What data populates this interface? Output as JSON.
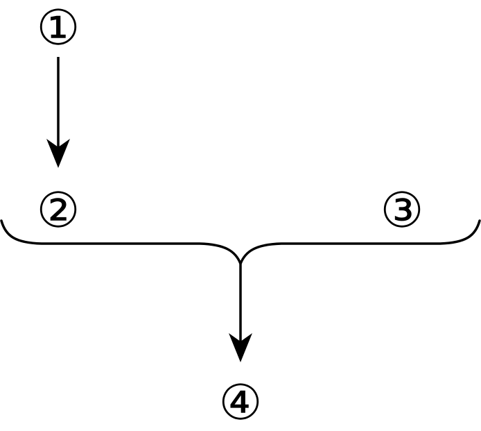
{
  "nodes": {
    "n1": "①",
    "n2": "②",
    "n3": "③",
    "n4": "④"
  },
  "colors": {
    "stroke": "#000000",
    "background": "#ffffff"
  }
}
